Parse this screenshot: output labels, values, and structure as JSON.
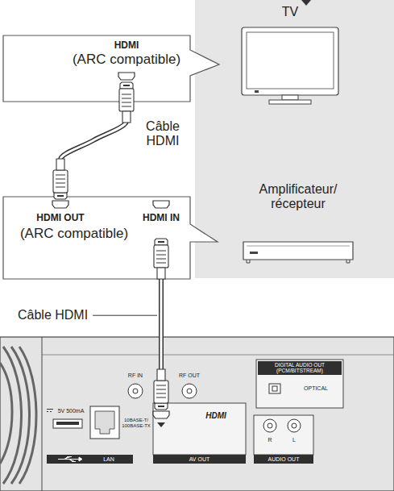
{
  "diagram": {
    "nodes": [
      {
        "text": [
          "TV"
        ]
      },
      {
        "text": [
          "HDMI",
          "(ARC compatible)"
        ]
      },
      {
        "text": [
          "Amplificateur/ récepteur"
        ]
      },
      {
        "text": [
          "HDMI OUT",
          "(ARC compatible)",
          "HDMI IN"
        ]
      },
      {
        "text": [
          "RF IN",
          "RF OUT",
          "DIGITAL AUDIO OUT (PCM/BITSTREAM)",
          "OPTICAL",
          "5V 500mA",
          "10BASE-T/ 100BASE-TX",
          "HDMI",
          "AV OUT",
          "R",
          "L",
          "AUDIO OUT",
          "LAN"
        ]
      }
    ],
    "edges": [
      {
        "from": 1,
        "to": 3,
        "label": "Câble HDMI",
        "arrow": "none"
      },
      {
        "from": 3,
        "to": 4,
        "label": "Câble HDMI",
        "arrow": "none"
      }
    ]
  }
}
